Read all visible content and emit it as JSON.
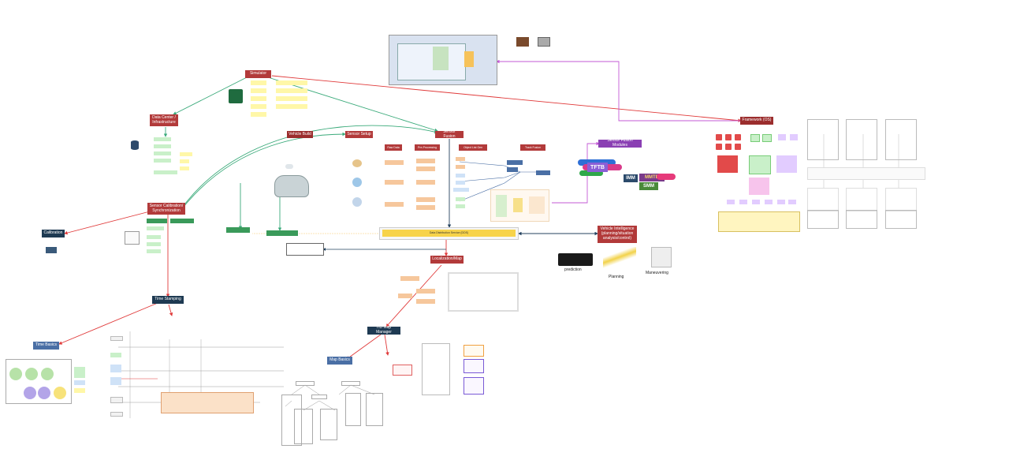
{
  "nodes": {
    "simulator": "Simulator",
    "data_center": "Data Center / Infrastructure",
    "vehicle_build": "Vehicle Build",
    "sensor_setup": "Sensor Setup",
    "sensor_fusion": "Sensor Fusion",
    "sensor_calibration": "Sensor Calibration/ Synchronization",
    "calibration": "Calibration",
    "time_stamping": "Time Stamping",
    "time_basics": "Time Basics",
    "localization_map": "Localization/Map",
    "hd_map_manager": "HD Map Manager",
    "map_basics": "Map Basics",
    "framework_os": "Framework (OS)",
    "sensor_fusion_modules": "Sensor Fusion Modules",
    "vehicle_intelligence": "Vehicle Intelligence (planning/situation analysis/control)",
    "raw_data": "Raw Data",
    "pre_processing": "Pre-Processing",
    "object_list_gen": "Object List Gen",
    "track_fusion": "Track Fusion",
    "data_distribution": "Data Distribution Service (DDS)",
    "prediction": "prediction",
    "planning": "Planning",
    "maneuvering": "Maneuvering",
    "tftb": "TFTB",
    "imm": "IMM",
    "mmtb": "MMTB",
    "smm": "SMM"
  },
  "colors": {
    "red_node": "#b23a3a",
    "navy_node": "#1e3a52",
    "blue_node": "#4a6fa5",
    "purple_node": "#8a3fb3",
    "green_node": "#3a9a5a",
    "edge_red": "#e03a3a",
    "edge_green": "#3aaa7a",
    "edge_purple": "#c35ad6",
    "edge_navy": "#23415f",
    "dds_bar": "#f7d34a",
    "yellow_note": "#fff7a8"
  },
  "icons": [
    "highway-icon",
    "database-icon",
    "car-icon",
    "cloud-icon",
    "camera-icon",
    "radar-icon",
    "lidar-icon",
    "chart-icon",
    "mindmap-icon"
  ]
}
